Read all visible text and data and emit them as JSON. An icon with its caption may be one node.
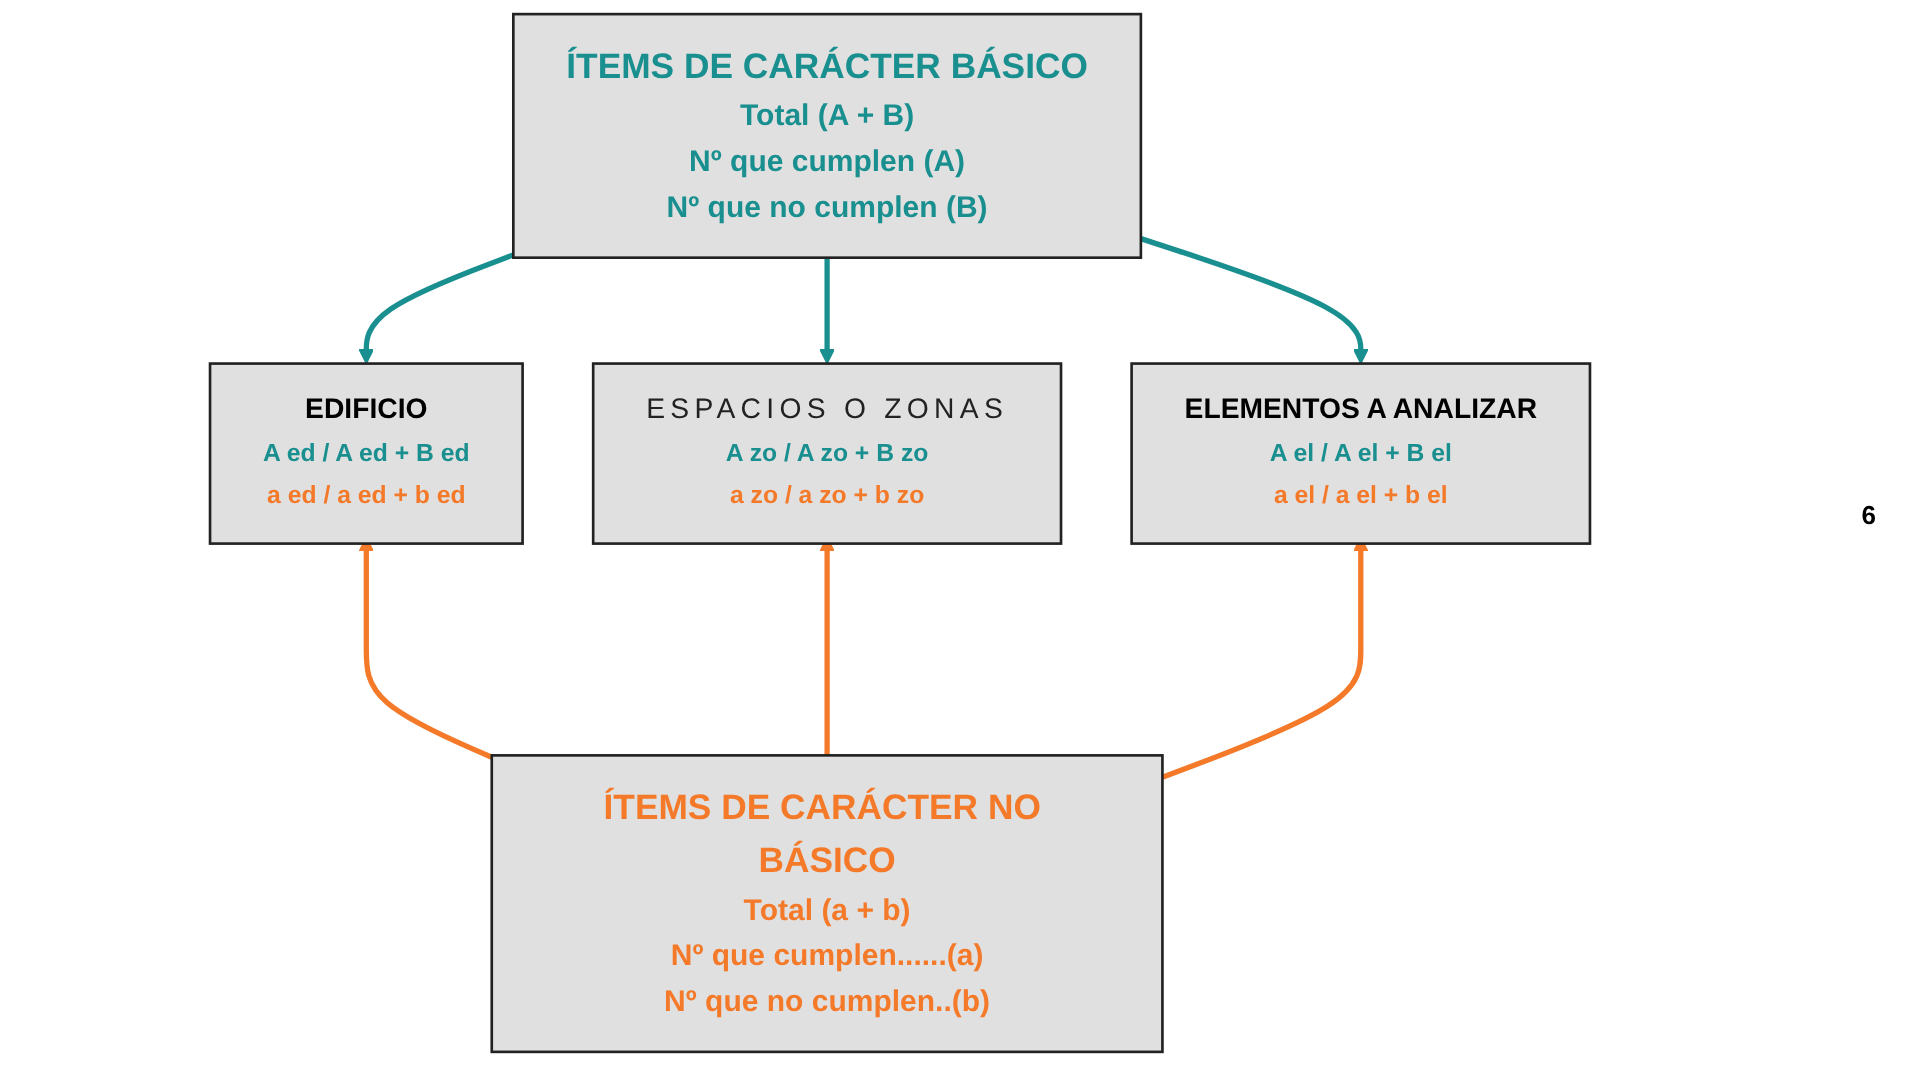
{
  "diagram": {
    "nodes": [
      {
        "text": [
          "ÍTEMS DE CARÁCTER BÁSICO",
          "Total (A + B)",
          "Nº que cumplen (A)",
          "Nº que no cumplen (B)"
        ]
      },
      {
        "text": [
          "EDIFICIO",
          "A ed / A ed + B ed",
          "a ed / a ed + b ed"
        ]
      },
      {
        "text": [
          "ESPACIOS O ZONAS",
          "A zo / A zo + B zo",
          "a zo / a zo + b zo"
        ]
      },
      {
        "text": [
          "ELEMENTOS A ANALIZAR",
          "A el / A el + B el",
          "a el / a el + b el"
        ]
      },
      {
        "text": [
          "ÍTEMS DE CARÁCTER NO BÁSICO",
          "Total (a + b)",
          "Nº que cumplen......(a)",
          "Nº que no cumplen..(b)"
        ]
      }
    ],
    "edges": [
      {
        "from": 0,
        "to": 1,
        "arrow": "to",
        "color": "#1a8f8f"
      },
      {
        "from": 0,
        "to": 2,
        "arrow": "to",
        "color": "#1a8f8f"
      },
      {
        "from": 0,
        "to": 3,
        "arrow": "to",
        "color": "#1a8f8f"
      },
      {
        "from": 4,
        "to": 1,
        "arrow": "to",
        "color": "#f47a2a"
      },
      {
        "from": 4,
        "to": 2,
        "arrow": "to",
        "color": "#f47a2a"
      },
      {
        "from": 4,
        "to": 3,
        "arrow": "to",
        "color": "#f47a2a"
      }
    ],
    "labels": [
      "6"
    ]
  }
}
